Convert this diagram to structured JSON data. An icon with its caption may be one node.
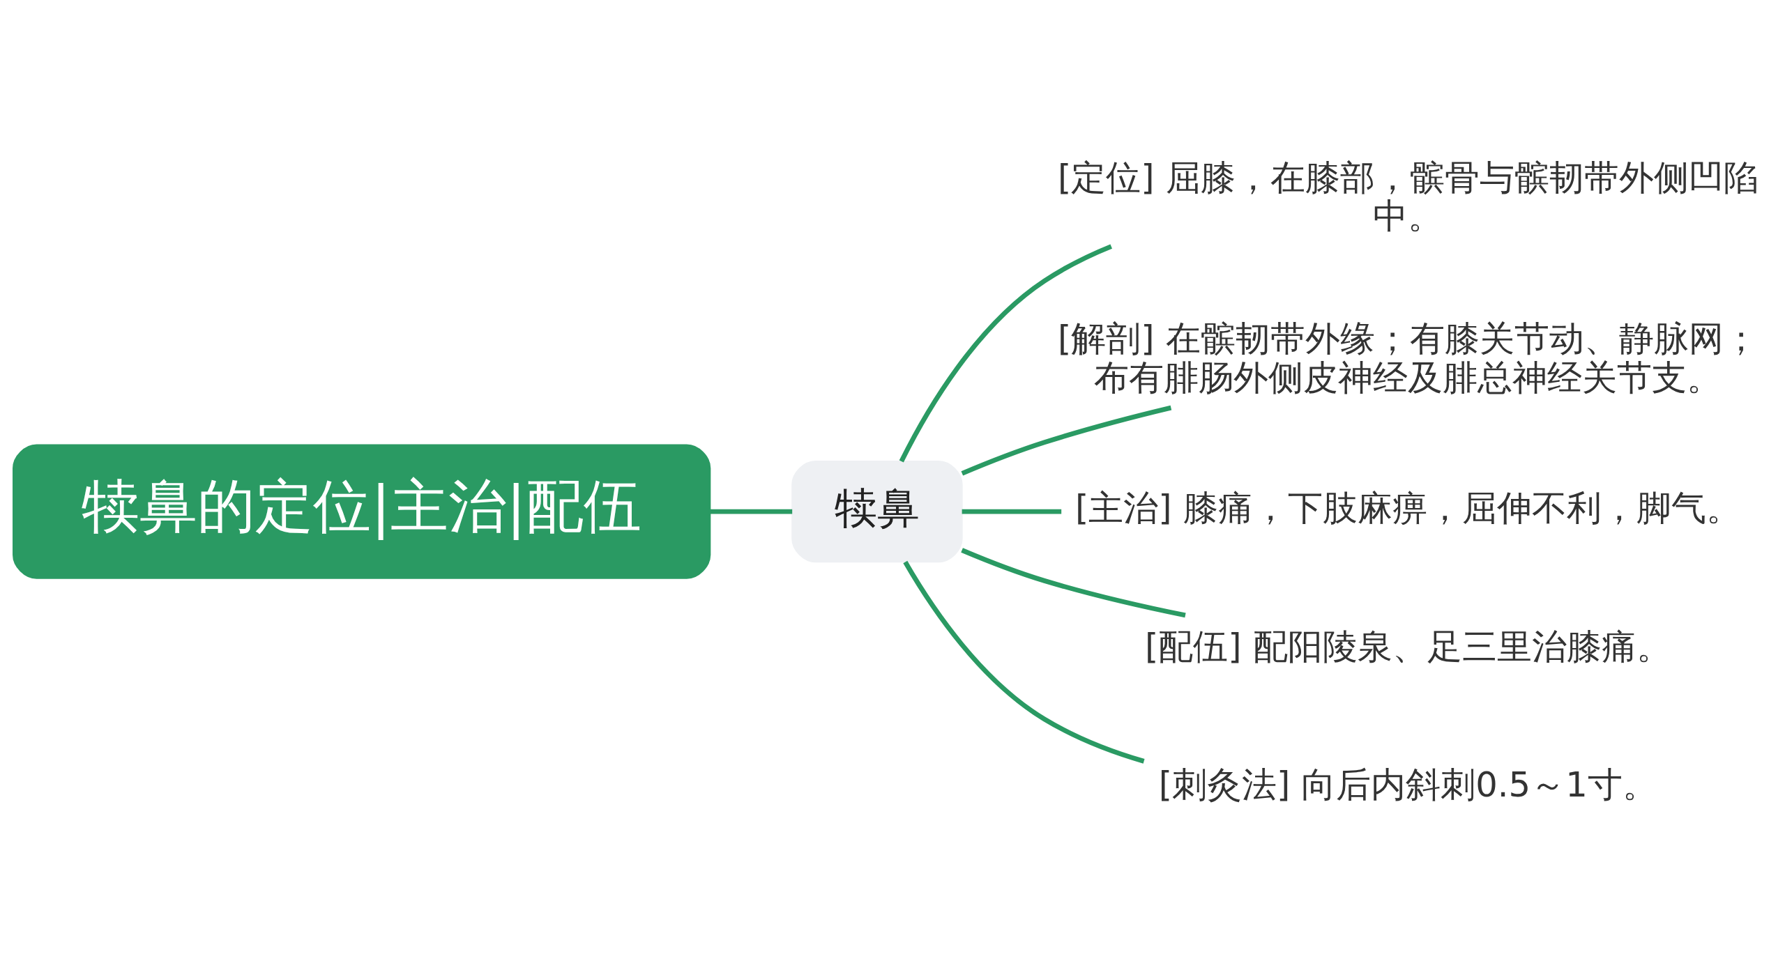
{
  "diagram": {
    "nodes": [
      {
        "text": [
          "犊鼻的定位|主治|配伍"
        ]
      },
      {
        "text": [
          "犊鼻"
        ]
      },
      {
        "text": [
          "[定位] 屈膝，在膝部，髌骨与髌韧带外侧凹陷中。"
        ]
      },
      {
        "text": [
          "[解剖] 在髌韧带外缘；有膝关节动、静脉网；布有腓肠外侧皮神经及腓总神经关节支。"
        ]
      },
      {
        "text": [
          "[主治] 膝痛，下肢麻痹，屈伸不利，脚气。"
        ]
      },
      {
        "text": [
          "[配伍] 配阳陵泉、足三里治膝痛。"
        ]
      },
      {
        "text": [
          "[刺灸法] 向后内斜刺0.5～1寸。"
        ]
      }
    ],
    "edges": [
      {
        "from": 0,
        "to": 1,
        "arrow": "none"
      },
      {
        "from": 1,
        "to": 2,
        "arrow": "none"
      },
      {
        "from": 1,
        "to": 3,
        "arrow": "none"
      },
      {
        "from": 1,
        "to": 4,
        "arrow": "none"
      },
      {
        "from": 1,
        "to": 5,
        "arrow": "none"
      },
      {
        "from": 1,
        "to": 6,
        "arrow": "none"
      }
    ]
  }
}
